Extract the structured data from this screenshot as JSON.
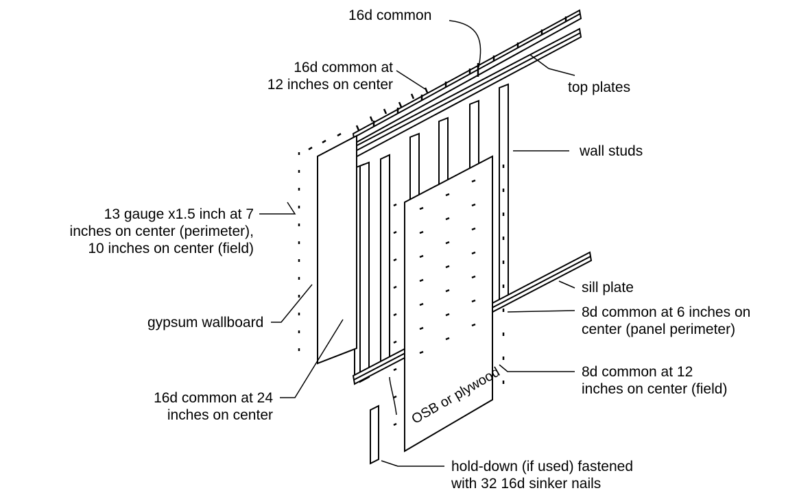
{
  "labels": {
    "common_16d": "16d common",
    "common_16d_12oc": [
      "16d common at",
      "12 inches on center"
    ],
    "top_plates": "top plates",
    "wall_studs": "wall studs",
    "gauge_13": [
      "13 gauge x1.5 inch at 7",
      "inches on center (perimeter),",
      "10 inches on center (field)"
    ],
    "sill_plate": "sill plate",
    "gypsum_wallboard": "gypsum wallboard",
    "common_8d_6oc": [
      "8d common at 6 inches on",
      "center (panel perimeter)"
    ],
    "common_8d_12oc": [
      "8d common at 12",
      "inches on center (field)"
    ],
    "common_16d_24oc": [
      "16d common at 24",
      "inches on center"
    ],
    "osb_plywood": "OSB or plywood",
    "hold_down": [
      "hold-down (if used) fastened",
      "with 32 16d sinker nails"
    ]
  },
  "colors": {
    "line": "#000000",
    "background": "#ffffff"
  }
}
